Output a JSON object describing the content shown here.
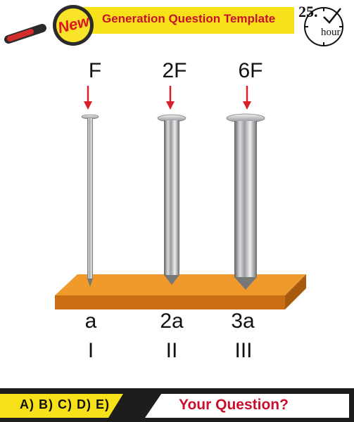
{
  "header": {
    "badge": "New",
    "title": "Generation Question Template",
    "clock_number": "25.",
    "clock_unit": "hour"
  },
  "diagram": {
    "nails": [
      {
        "force": "F",
        "acceleration": "a",
        "label": "I"
      },
      {
        "force": "2F",
        "acceleration": "2a",
        "label": "II"
      },
      {
        "force": "6F",
        "acceleration": "3a",
        "label": "III"
      }
    ]
  },
  "footer": {
    "answers": "A) B) C) D) E)",
    "question": "Your Question?"
  },
  "colors": {
    "accent_yellow": "#f7e21a",
    "accent_red": "#c8102e",
    "arrow_red": "#d9202a",
    "board_orange": "#e98a1f",
    "footer_dark": "#1d1d1b"
  },
  "icons": [
    "magnifier-icon",
    "clock-icon",
    "checkmark-icon",
    "down-arrow-icon"
  ]
}
